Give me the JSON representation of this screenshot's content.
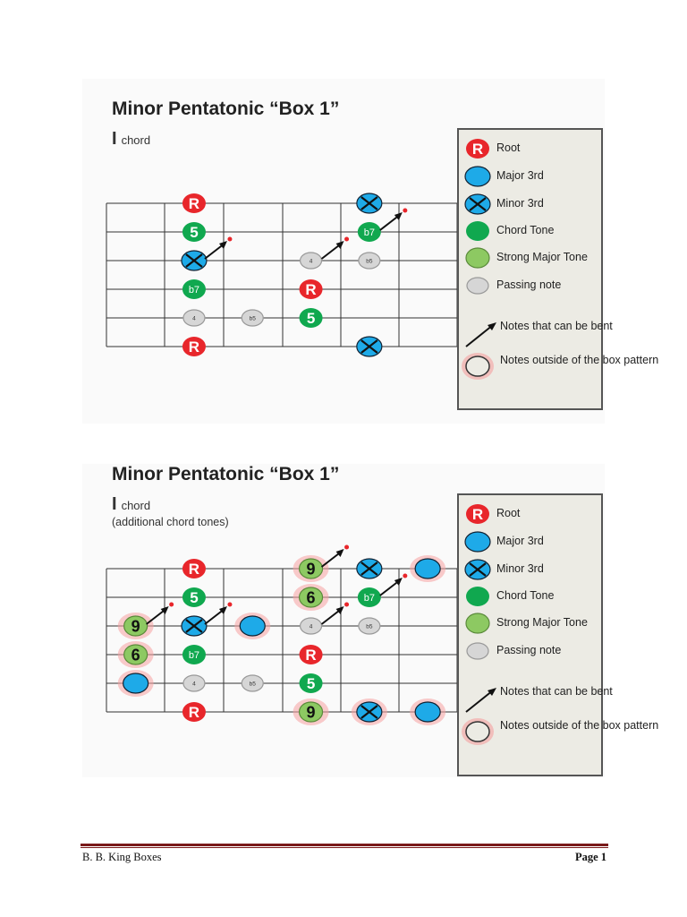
{
  "section1": {
    "title": "Minor Pentatonic “Box 1”",
    "subtitle_big": "I",
    "subtitle": "chord",
    "subtitle2": ""
  },
  "section2": {
    "title": "Minor Pentatonic “Box 1”",
    "subtitle_big": "I",
    "subtitle": "chord",
    "subtitle2": "(additional chord tones)"
  },
  "legend": [
    {
      "type": "root",
      "label": "Root",
      "symbol": "R"
    },
    {
      "type": "major3",
      "label": "Major 3rd"
    },
    {
      "type": "minor3",
      "label": "Minor 3rd"
    },
    {
      "type": "chord",
      "label": "Chord Tone"
    },
    {
      "type": "strong",
      "label": "Strong Major Tone"
    },
    {
      "type": "passing",
      "label": "Passing note"
    }
  ],
  "legend_bend": "Notes that can be bent",
  "legend_outside": "Notes outside of the box pattern",
  "colors": {
    "root": "#e8262b",
    "major3": "#1eaae8",
    "minor3": "#1eaae8",
    "chord": "#10a84f",
    "strong": "#8dc962",
    "passing": "#d6d6d6",
    "outside_glow": "#f5a0a0",
    "footer_rule": "#7a1a1a"
  },
  "footer": {
    "left": "B. B. King Boxes",
    "right": "Page 1"
  },
  "fretboard1_notes": [
    {
      "s": 1,
      "f": 1,
      "t": "root",
      "l": "R"
    },
    {
      "s": 2,
      "f": 1,
      "t": "chord",
      "l": "5"
    },
    {
      "s": 3,
      "f": 1,
      "t": "minor3",
      "l": "",
      "bend": true
    },
    {
      "s": 4,
      "f": 1,
      "t": "chord",
      "l": "b7"
    },
    {
      "s": 5,
      "f": 1,
      "t": "passing",
      "l": "4"
    },
    {
      "s": 6,
      "f": 1,
      "t": "root",
      "l": "R"
    },
    {
      "s": 5,
      "f": 2,
      "t": "passing",
      "l": "b5"
    },
    {
      "s": 3,
      "f": 3,
      "t": "passing",
      "l": "4",
      "bend": true
    },
    {
      "s": 4,
      "f": 3,
      "t": "root",
      "l": "R"
    },
    {
      "s": 5,
      "f": 3,
      "t": "chord",
      "l": "5"
    },
    {
      "s": 1,
      "f": 4,
      "t": "minor3",
      "l": ""
    },
    {
      "s": 2,
      "f": 4,
      "t": "chord",
      "l": "b7",
      "bend": true
    },
    {
      "s": 3,
      "f": 4,
      "t": "passing",
      "l": "b5"
    },
    {
      "s": 6,
      "f": 4,
      "t": "minor3",
      "l": ""
    }
  ],
  "fretboard2_notes": [
    {
      "s": 3,
      "f": 0,
      "t": "strong",
      "l": "9",
      "out": true,
      "bend": true
    },
    {
      "s": 4,
      "f": 0,
      "t": "strong",
      "l": "6",
      "out": true
    },
    {
      "s": 5,
      "f": 0,
      "t": "major3",
      "l": "",
      "out": true
    },
    {
      "s": 1,
      "f": 1,
      "t": "root",
      "l": "R"
    },
    {
      "s": 2,
      "f": 1,
      "t": "chord",
      "l": "5"
    },
    {
      "s": 3,
      "f": 1,
      "t": "minor3",
      "l": "",
      "bend": true
    },
    {
      "s": 4,
      "f": 1,
      "t": "chord",
      "l": "b7"
    },
    {
      "s": 5,
      "f": 1,
      "t": "passing",
      "l": "4"
    },
    {
      "s": 6,
      "f": 1,
      "t": "root",
      "l": "R"
    },
    {
      "s": 3,
      "f": 2,
      "t": "major3",
      "l": "",
      "out": true
    },
    {
      "s": 5,
      "f": 2,
      "t": "passing",
      "l": "b5"
    },
    {
      "s": 1,
      "f": 3,
      "t": "strong",
      "l": "9",
      "out": true,
      "bend": true
    },
    {
      "s": 2,
      "f": 3,
      "t": "strong",
      "l": "6",
      "out": true
    },
    {
      "s": 3,
      "f": 3,
      "t": "passing",
      "l": "4",
      "bend": true
    },
    {
      "s": 4,
      "f": 3,
      "t": "root",
      "l": "R"
    },
    {
      "s": 5,
      "f": 3,
      "t": "chord",
      "l": "5"
    },
    {
      "s": 6,
      "f": 3,
      "t": "strong",
      "l": "9",
      "out": true
    },
    {
      "s": 1,
      "f": 4,
      "t": "minor3",
      "l": ""
    },
    {
      "s": 2,
      "f": 4,
      "t": "chord",
      "l": "b7",
      "bend": true
    },
    {
      "s": 3,
      "f": 4,
      "t": "passing",
      "l": "b5"
    },
    {
      "s": 6,
      "f": 4,
      "t": "minor3",
      "l": "",
      "out": true
    },
    {
      "s": 1,
      "f": 5,
      "t": "major3",
      "l": "",
      "out": true
    },
    {
      "s": 6,
      "f": 5,
      "t": "major3",
      "l": "",
      "out": true
    }
  ]
}
